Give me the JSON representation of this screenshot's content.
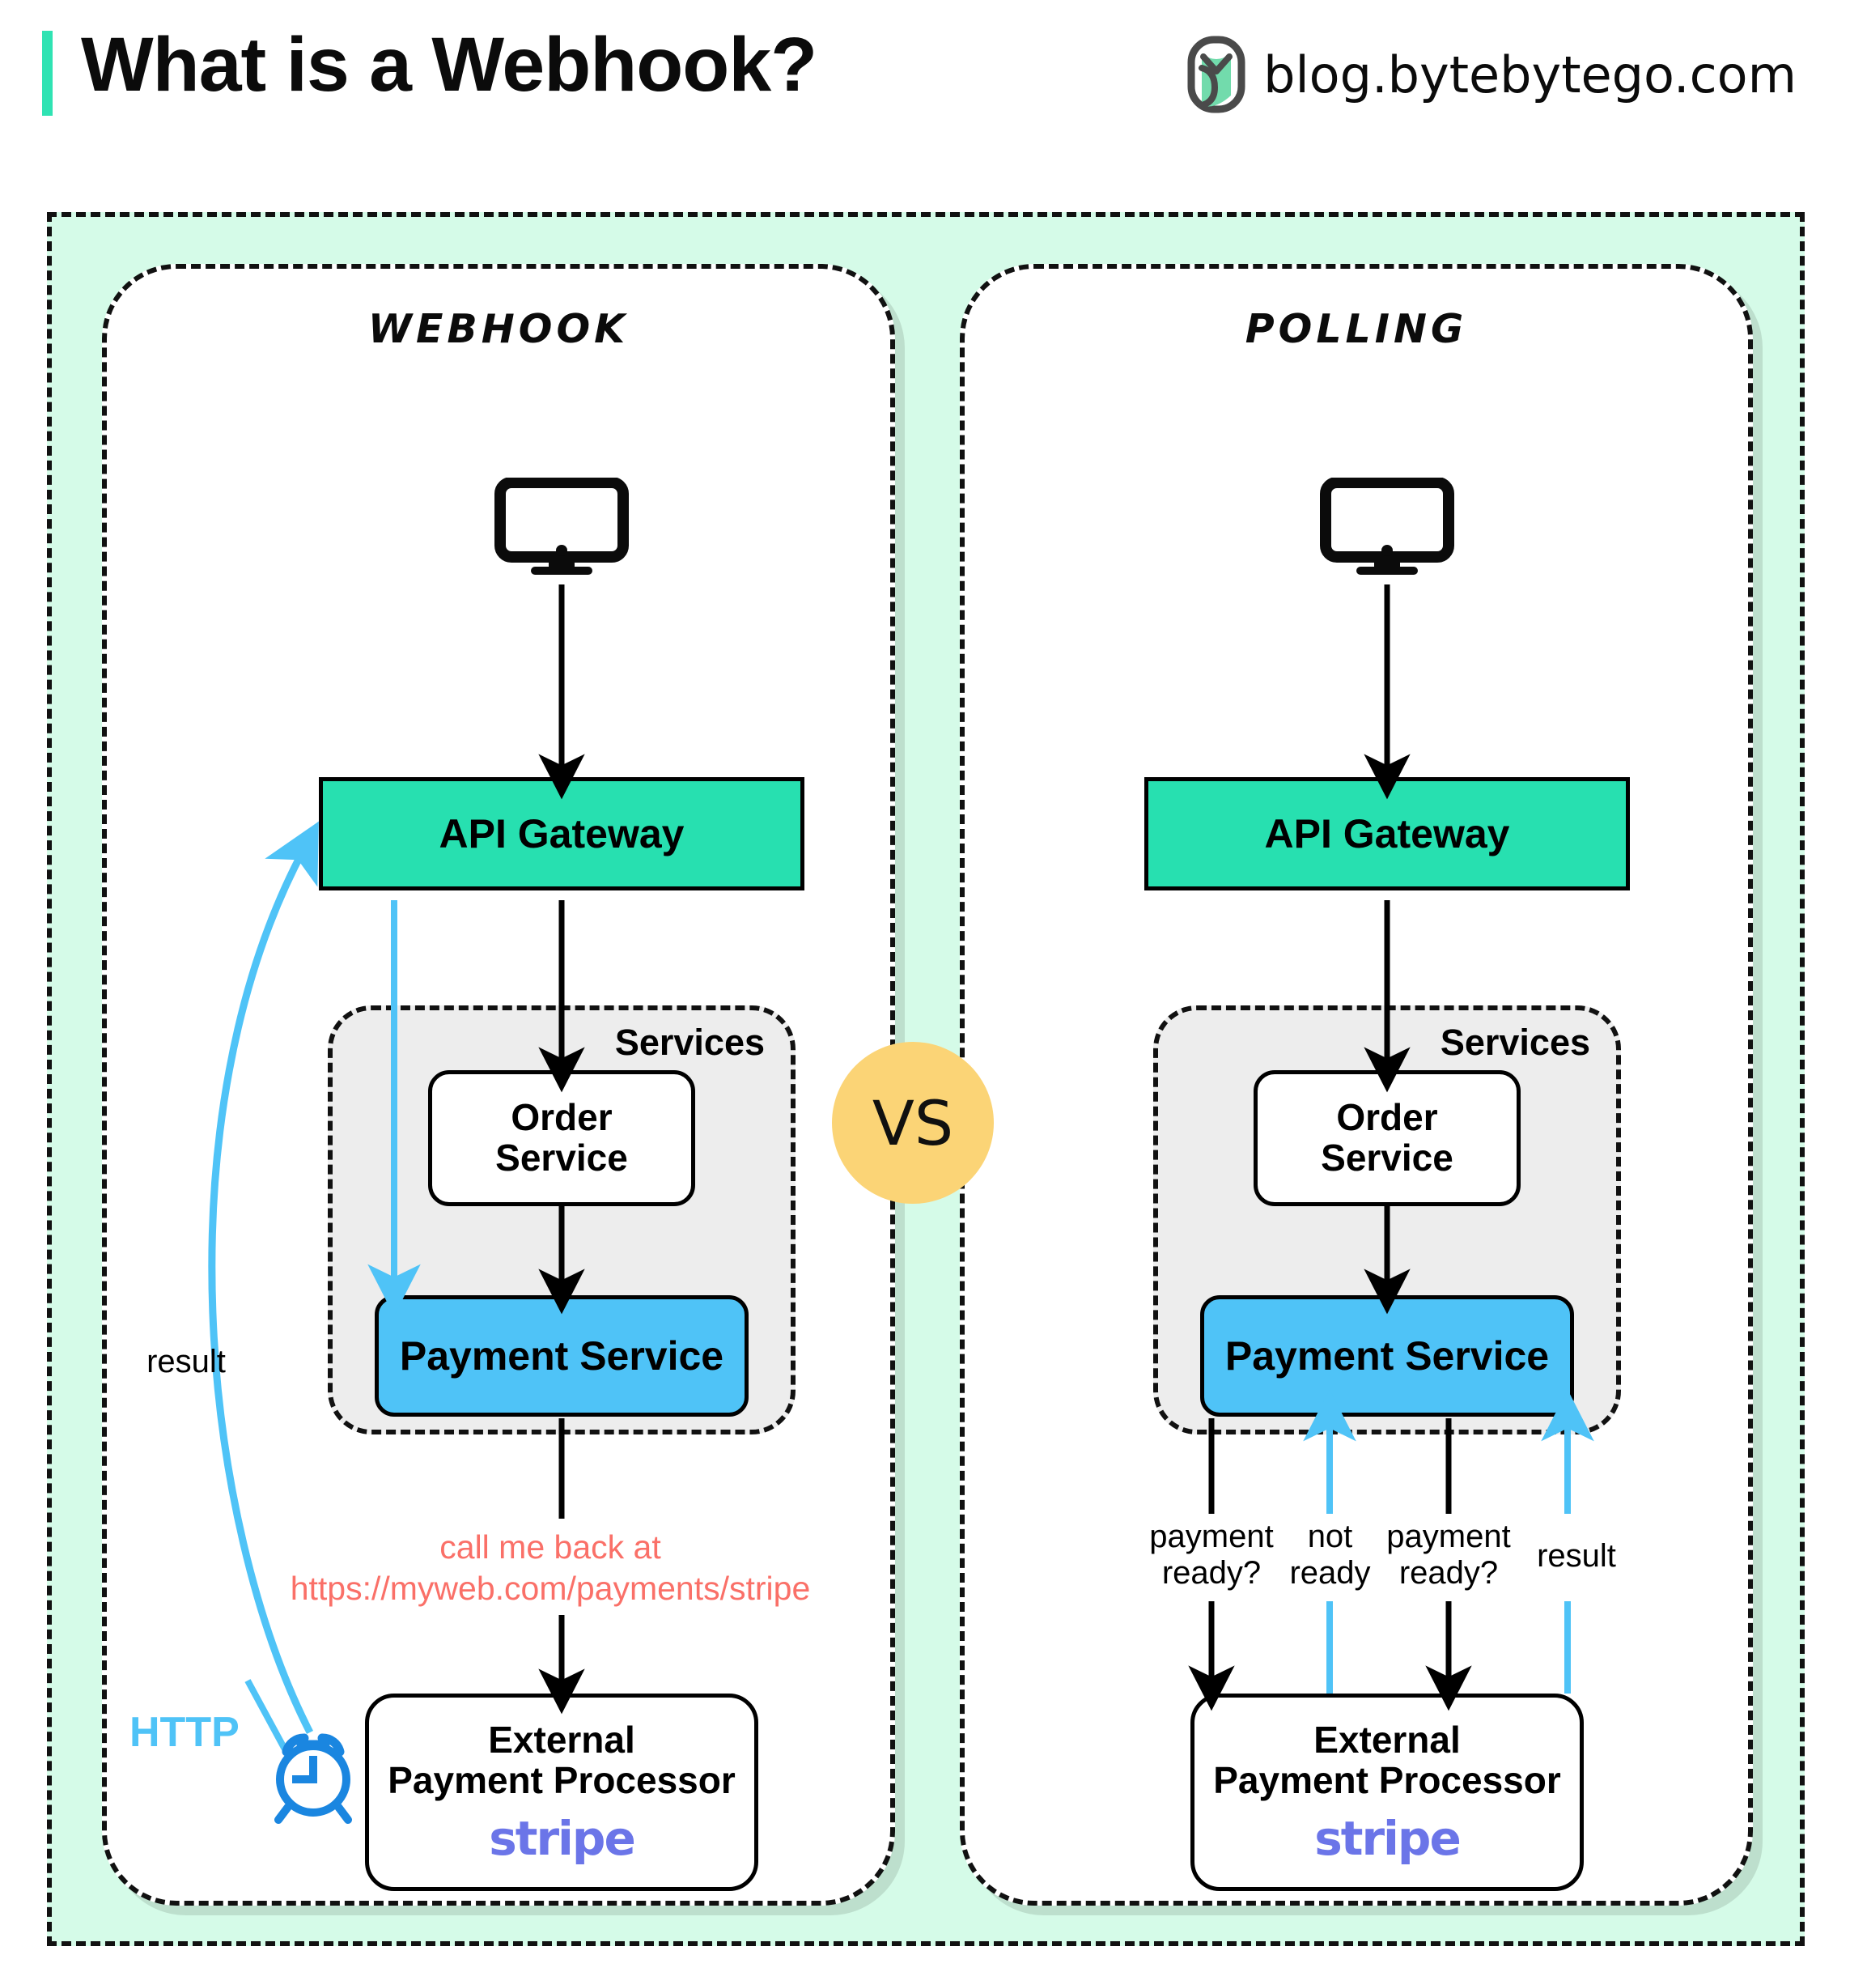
{
  "header": {
    "title": "What is a Webhook?",
    "brand": "blog.bytebytego.com",
    "logo_icon": "bytebytego-leaf-logo-icon",
    "accent_color": "#2fe3b3"
  },
  "compare_badge": {
    "label": "VS",
    "color": "#fbd476"
  },
  "colors": {
    "outer_background": "#d5fbe8",
    "panel_background": "#ffffff",
    "gateway": "#27e0b0",
    "payment_service": "#4fc3f7",
    "services_group": "#ededed",
    "blue_flow": "#4fc3f7",
    "black_flow": "#000000",
    "callback_text": "#fa7068",
    "stripe": "#6b75e8",
    "alarm": "#1a86e0"
  },
  "panels": [
    {
      "id": "webhook",
      "title": "Webhook",
      "client_icon": "desktop-monitor-icon",
      "gateway": "API Gateway",
      "services_label": "Services",
      "order_service": [
        "Order",
        "Service"
      ],
      "payment_service": "Payment Service",
      "callback_note": [
        "call me back at",
        "https://myweb.com/payments/stripe"
      ],
      "processor": [
        "External",
        "Payment Processor"
      ],
      "processor_vendor": "stripe",
      "result_label": "result",
      "http_label": "HTTP",
      "clock_icon": "alarm-clock-icon"
    },
    {
      "id": "polling",
      "title": "Polling",
      "client_icon": "desktop-monitor-icon",
      "gateway": "API Gateway",
      "services_label": "Services",
      "order_service": [
        "Order",
        "Service"
      ],
      "payment_service": "Payment Service",
      "processor": [
        "External",
        "Payment Processor"
      ],
      "processor_vendor": "stripe",
      "poll_labels": [
        {
          "lines": [
            "payment",
            "ready?"
          ],
          "direction": "down",
          "color": "#000000"
        },
        {
          "lines": [
            "not",
            "ready"
          ],
          "direction": "up",
          "color": "#4fc3f7"
        },
        {
          "lines": [
            "payment",
            "ready?"
          ],
          "direction": "down",
          "color": "#000000"
        },
        {
          "lines": [
            "result"
          ],
          "direction": "up",
          "color": "#4fc3f7"
        }
      ]
    }
  ]
}
